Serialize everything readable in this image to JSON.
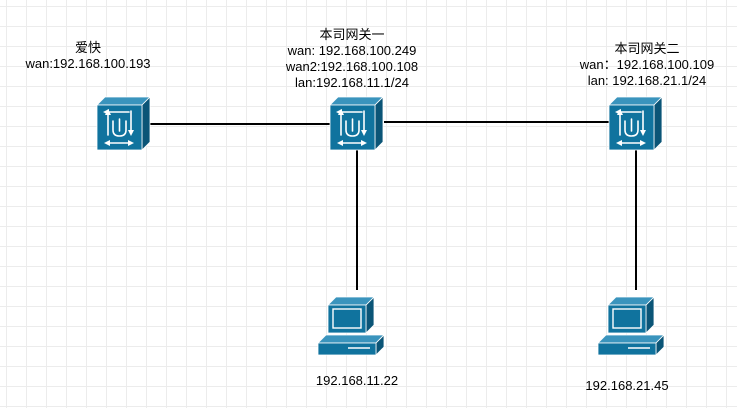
{
  "colors": {
    "device_fill": "#10739e",
    "device_dark": "#0b5577",
    "device_light": "#3a94bd",
    "link": "#000000",
    "grid": "#ececec"
  },
  "nodes": {
    "router_left": {
      "icon": "router-icon",
      "lines": [
        "爱快",
        "wan:192.168.100.193"
      ]
    },
    "gateway_1": {
      "icon": "router-icon",
      "lines": [
        "本司网关一",
        "wan: 192.168.100.249",
        "wan2:192.168.100.108",
        "lan:192.168.11.1/24"
      ]
    },
    "gateway_2": {
      "icon": "router-icon",
      "lines": [
        "本司网关二",
        "wan：192.168.100.109",
        "lan: 192.168.21.1/24"
      ]
    },
    "pc_1": {
      "icon": "pc-icon",
      "lines": [
        "192.168.11.22"
      ]
    },
    "pc_2": {
      "icon": "pc-icon",
      "lines": [
        "192.168.21.45"
      ]
    }
  },
  "links": [
    {
      "from": "router_left",
      "to": "gateway_1"
    },
    {
      "from": "gateway_1",
      "to": "gateway_2"
    },
    {
      "from": "gateway_1",
      "to": "pc_1"
    },
    {
      "from": "gateway_2",
      "to": "pc_2"
    }
  ]
}
